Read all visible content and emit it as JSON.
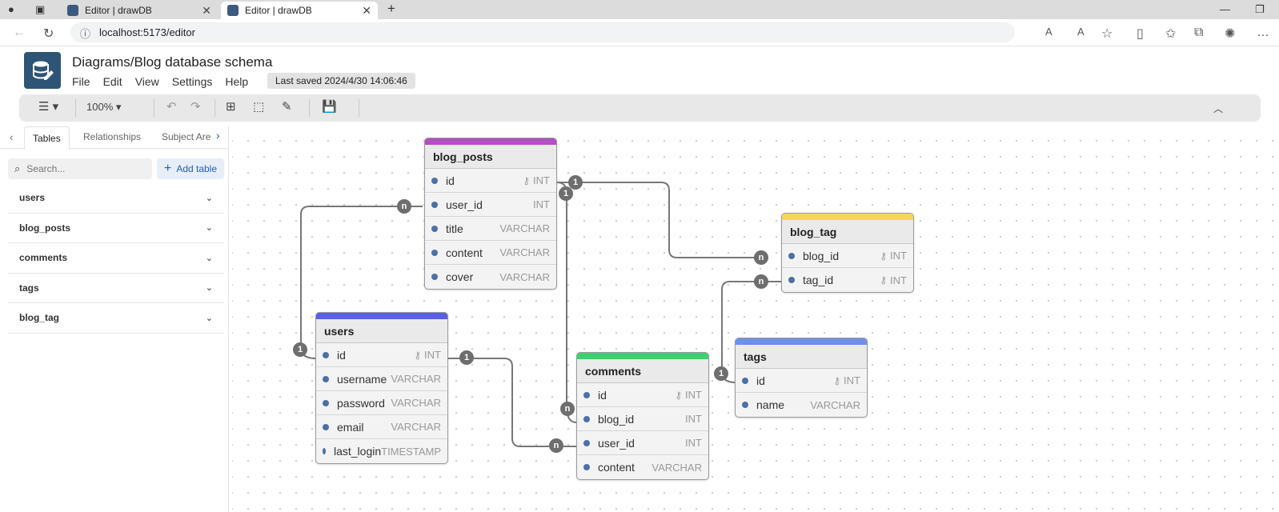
{
  "browser": {
    "tabs": [
      {
        "title": "Editor | drawDB"
      },
      {
        "title": "Editor | drawDB"
      }
    ],
    "url": "localhost:5173/editor"
  },
  "app": {
    "title": "Diagrams/Blog database schema",
    "menus": [
      "File",
      "Edit",
      "View",
      "Settings",
      "Help"
    ],
    "last_saved": "Last saved 2024/4/30 14:06:46",
    "zoom": "100%"
  },
  "sidebar": {
    "tabs": [
      "Tables",
      "Relationships",
      "Subject Are"
    ],
    "search_placeholder": "Search...",
    "add_table": "Add table",
    "tables": [
      "users",
      "blog_posts",
      "comments",
      "tags",
      "blog_tag"
    ]
  },
  "diagram": {
    "tables": [
      {
        "name": "blog_posts",
        "color": "#b34fc2",
        "fields": [
          {
            "name": "id",
            "type": "INT",
            "key": true
          },
          {
            "name": "user_id",
            "type": "INT",
            "key": false
          },
          {
            "name": "title",
            "type": "VARCHAR",
            "key": false
          },
          {
            "name": "content",
            "type": "VARCHAR",
            "key": false
          },
          {
            "name": "cover",
            "type": "VARCHAR",
            "key": false
          }
        ]
      },
      {
        "name": "blog_tag",
        "color": "#f5d657",
        "fields": [
          {
            "name": "blog_id",
            "type": "INT",
            "key": true
          },
          {
            "name": "tag_id",
            "type": "INT",
            "key": true
          }
        ]
      },
      {
        "name": "users",
        "color": "#5a5fe6",
        "fields": [
          {
            "name": "id",
            "type": "INT",
            "key": true
          },
          {
            "name": "username",
            "type": "VARCHAR",
            "key": false
          },
          {
            "name": "password",
            "type": "VARCHAR",
            "key": false
          },
          {
            "name": "email",
            "type": "VARCHAR",
            "key": false
          },
          {
            "name": "last_login",
            "type": "TIMESTAMP",
            "key": false
          }
        ]
      },
      {
        "name": "comments",
        "color": "#3fcf70",
        "fields": [
          {
            "name": "id",
            "type": "INT",
            "key": true
          },
          {
            "name": "blog_id",
            "type": "INT",
            "key": false
          },
          {
            "name": "user_id",
            "type": "INT",
            "key": false
          },
          {
            "name": "content",
            "type": "VARCHAR",
            "key": false
          }
        ]
      },
      {
        "name": "tags",
        "color": "#6f90e8",
        "fields": [
          {
            "name": "id",
            "type": "INT",
            "key": true
          },
          {
            "name": "name",
            "type": "VARCHAR",
            "key": false
          }
        ]
      }
    ],
    "cardinality": {
      "one": "1",
      "many": "n"
    }
  }
}
